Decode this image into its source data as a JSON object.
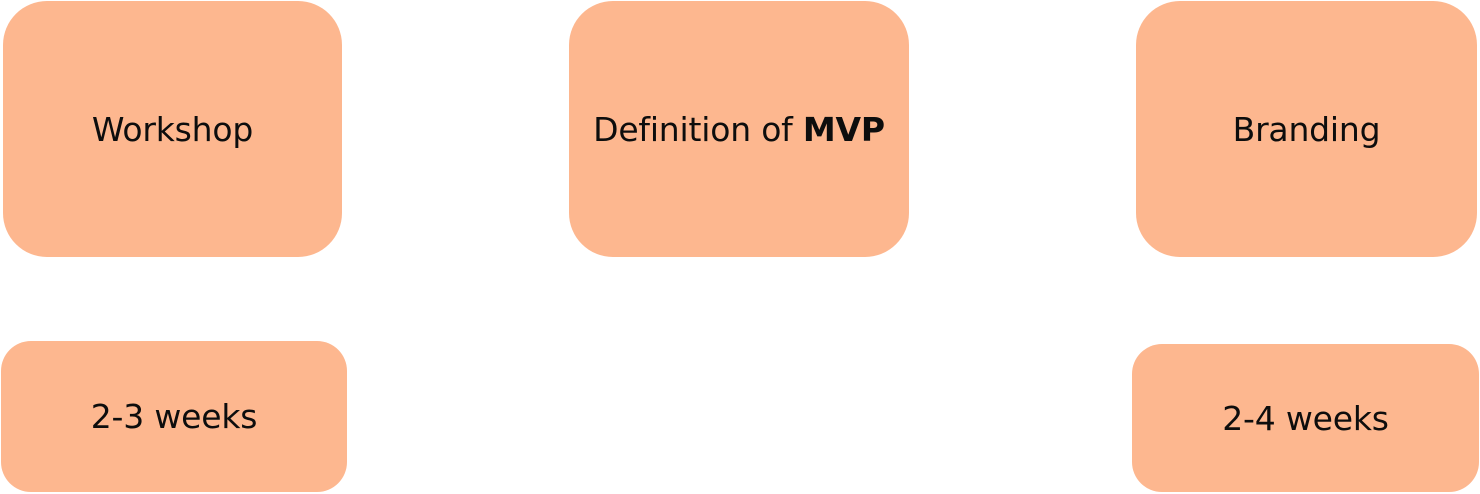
{
  "colors": {
    "box_fill": "#FDB78F",
    "text": "#0d0d0d",
    "background": "#ffffff"
  },
  "stages": [
    {
      "title": "Workshop",
      "duration": "2-3 weeks"
    },
    {
      "title_prefix": "Definition of ",
      "title_strong": "MVP"
    },
    {
      "title": "Branding",
      "duration": "2-4 weeks"
    }
  ]
}
